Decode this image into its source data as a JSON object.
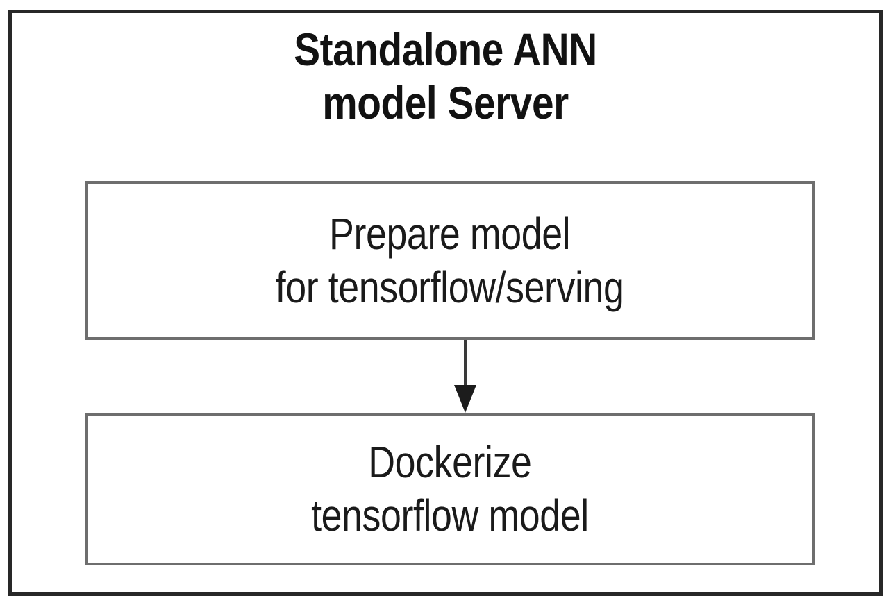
{
  "diagram": {
    "container": {
      "title": "Standalone ANN\nmodel Server",
      "border_color": "#282828"
    },
    "nodes": [
      {
        "id": "prepare-model",
        "label": "Prepare model\nfor tensorflow/serving",
        "border_color": "#6e6e6e",
        "text_color": "#1a1a1a"
      },
      {
        "id": "dockerize-model",
        "label": "Dockerize\ntensorflow model",
        "border_color": "#6e6e6e",
        "text_color": "#1a1a1a"
      }
    ],
    "edges": [
      {
        "id": "prepare-to-dockerize",
        "from": "prepare-model",
        "to": "dockerize-model",
        "direction": "down",
        "arrowhead": "filled-triangle",
        "color": "#1c1c1c"
      }
    ]
  }
}
